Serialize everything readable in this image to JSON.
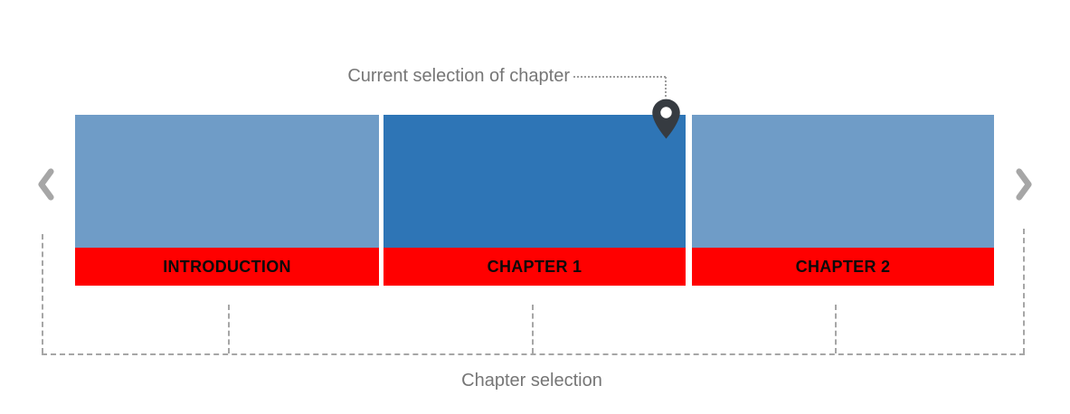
{
  "annotations": {
    "current_selection": "Current selection of chapter",
    "chapter_selection": "Chapter selection"
  },
  "chapters": [
    {
      "label": "INTRODUCTION",
      "selected": false
    },
    {
      "label": "CHAPTER 1",
      "selected": true
    },
    {
      "label": "CHAPTER 2",
      "selected": false
    }
  ],
  "nav": {
    "prev_icon": "chevron-left",
    "next_icon": "chevron-right"
  },
  "marker_icon": "map-pin",
  "colors": {
    "card_default": "#6F9CC7",
    "card_selected": "#2E75B6",
    "footer_red": "#FF0000",
    "chapter_text": "#0A0A0A",
    "annotation_text": "#767676",
    "dashed_gray": "#A6A6A6",
    "connector_gray": "#9E9E9E",
    "pin_dark": "#363B41"
  }
}
